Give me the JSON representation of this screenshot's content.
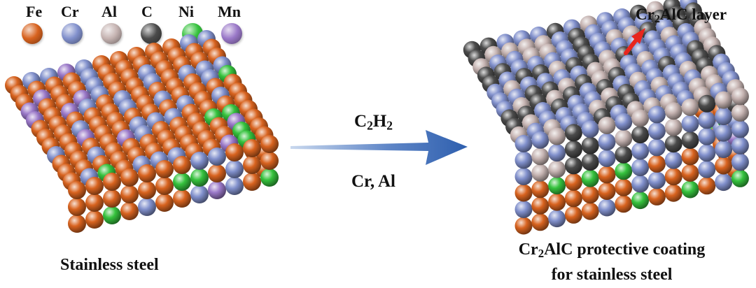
{
  "legend": [
    {
      "symbol": "Fe",
      "color": "#d8631f"
    },
    {
      "symbol": "Cr",
      "color": "#8190cc"
    },
    {
      "symbol": "Al",
      "color": "#c5b3b1"
    },
    {
      "symbol": "C",
      "color": "#4b4b4b"
    },
    {
      "symbol": "Ni",
      "color": "#35c23d"
    },
    {
      "symbol": "Mn",
      "color": "#9a78c8"
    }
  ],
  "layer_label": {
    "prefix": "Cr",
    "sub": "2",
    "suffix": "AlC layer"
  },
  "reaction": {
    "gas": {
      "prefix": "C",
      "sub1": "2",
      "mid": "H",
      "sub2": "2"
    },
    "reagents": "Cr, Al"
  },
  "left_caption": "Stainless steel",
  "right_caption": {
    "line1_prefix": "Cr",
    "line1_sub": "2",
    "line1_suffix": "AlC protective coating",
    "line2": "for stainless steel"
  }
}
